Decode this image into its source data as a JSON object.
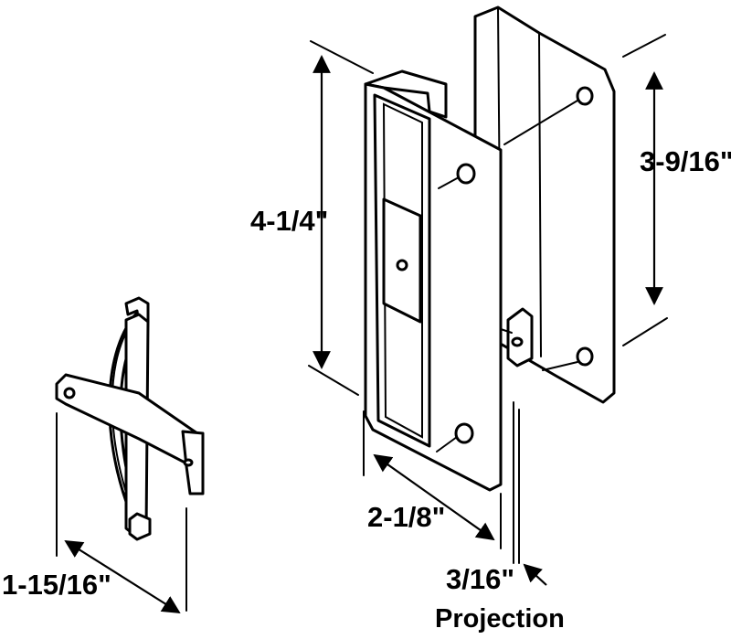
{
  "dimensions": {
    "height_handle": "4-1/4\"",
    "height_plate": "3-9/16\"",
    "width_handle": "2-1/8\"",
    "width_keeper": "1-15/16\"",
    "projection_value": "3/16\"",
    "projection_label": "Projection"
  },
  "colors": {
    "line": "#000000",
    "background": "#ffffff"
  },
  "icons": {
    "arrowheads": "triangle-arrowhead"
  }
}
